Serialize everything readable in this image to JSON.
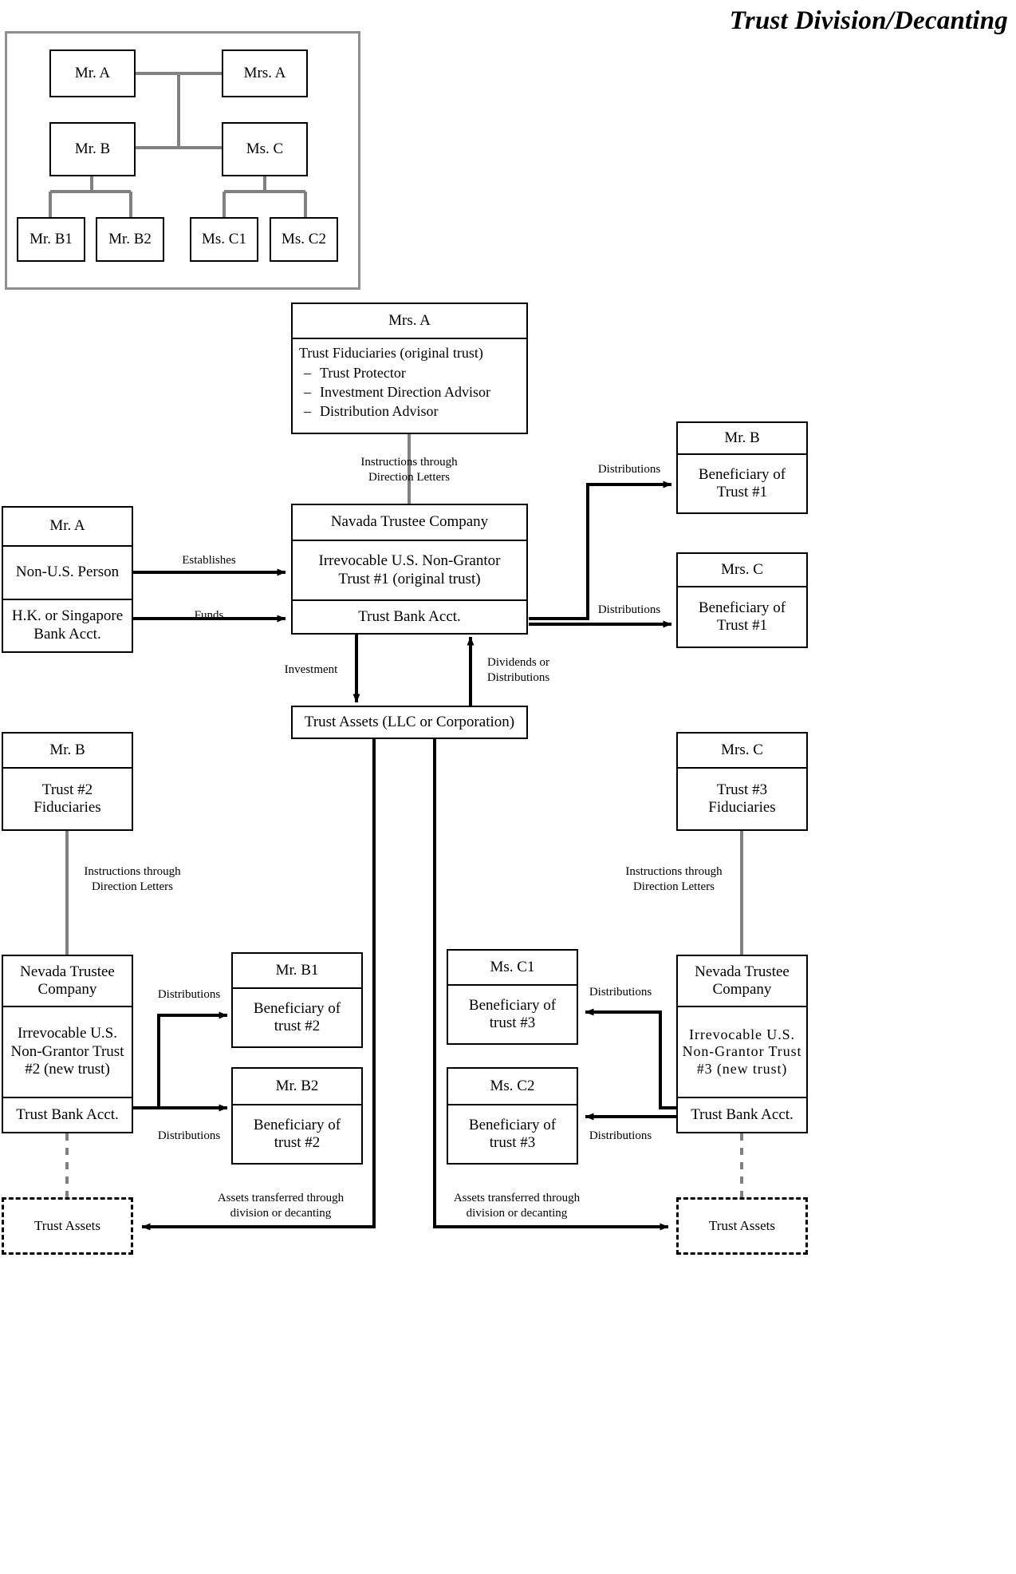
{
  "title": "Trust Division/Decanting",
  "family_tree": {
    "mr_a": "Mr. A",
    "mrs_a": "Mrs. A",
    "mr_b": "Mr. B",
    "ms_c": "Ms. C",
    "mr_b1": "Mr. B1",
    "mr_b2": "Mr. B2",
    "ms_c1": "Ms. C1",
    "ms_c2": "Ms. C2"
  },
  "fiduciary_box": {
    "name": "Mrs. A",
    "heading": "Trust Fiduciaries (original trust)",
    "items": [
      "Trust Protector",
      "Investment Direction Advisor",
      "Distribution Advisor"
    ],
    "dash": "–"
  },
  "grantor_box": {
    "name": "Mr. A",
    "status": "Non-U.S. Person",
    "account": "H.K. or Singapore\nBank Acct."
  },
  "trust1_box": {
    "trustee": "Navada Trustee Company",
    "trust": "Irrevocable U.S. Non-Grantor\nTrust #1 (original trust)",
    "bank": "Trust Bank Acct."
  },
  "trust_assets_box": {
    "label": "Trust Assets (LLC or Corporation)"
  },
  "beneficiaries_trust1": [
    {
      "name": "Mr. B",
      "role": "Beneficiary of\nTrust #1"
    },
    {
      "name": "Mrs. C",
      "role": "Beneficiary of\nTrust #1"
    }
  ],
  "fiduciary_left": {
    "name": "Mr. B",
    "role": "Trust #2\nFiduciaries"
  },
  "fiduciary_right": {
    "name": "Mrs. C",
    "role": "Trust #3\nFiduciaries"
  },
  "trust2_box": {
    "trustee": "Nevada Trustee\nCompany",
    "trust": "Irrevocable U.S.\nNon-Grantor Trust\n#2 (new trust)",
    "bank": "Trust Bank Acct."
  },
  "trust3_box": {
    "trustee": "Nevada Trustee\nCompany",
    "trust": "Irrevocable  U.S.\nNon-Grantor Trust\n#3 (new trust)",
    "bank": "Trust Bank Acct."
  },
  "beneficiaries_trust2": [
    {
      "name": "Mr. B1",
      "role": "Beneficiary of\ntrust #2"
    },
    {
      "name": "Mr. B2",
      "role": "Beneficiary of\ntrust #2"
    }
  ],
  "beneficiaries_trust3": [
    {
      "name": "Ms. C1",
      "role": "Beneficiary of\ntrust #3"
    },
    {
      "name": "Ms. C2",
      "role": "Beneficiary of\ntrust #3"
    }
  ],
  "assets_left": {
    "label": "Trust Assets"
  },
  "assets_right": {
    "label": "Trust Assets"
  },
  "edge_labels": {
    "establishes": "Establishes",
    "funds": "Funds",
    "instructions_top": "Instructions through\nDirection Letters",
    "instructions_left": "Instructions through\nDirection Letters",
    "instructions_right": "Instructions through\nDirection Letters",
    "distributions_b": "Distributions",
    "distributions_c": "Distributions",
    "investment": "Investment",
    "dividends": "Dividends or\nDistributions",
    "distributions_b1": "Distributions",
    "distributions_b2": "Distributions",
    "distributions_c1": "Distributions",
    "distributions_c2": "Distributions",
    "transfer_left": "Assets transferred through\ndivision or decanting",
    "transfer_right": "Assets transferred through\ndivision or decanting"
  },
  "colors": {
    "line": "#000000",
    "connector": "#808080",
    "panel_border": "#8f8f8f"
  }
}
